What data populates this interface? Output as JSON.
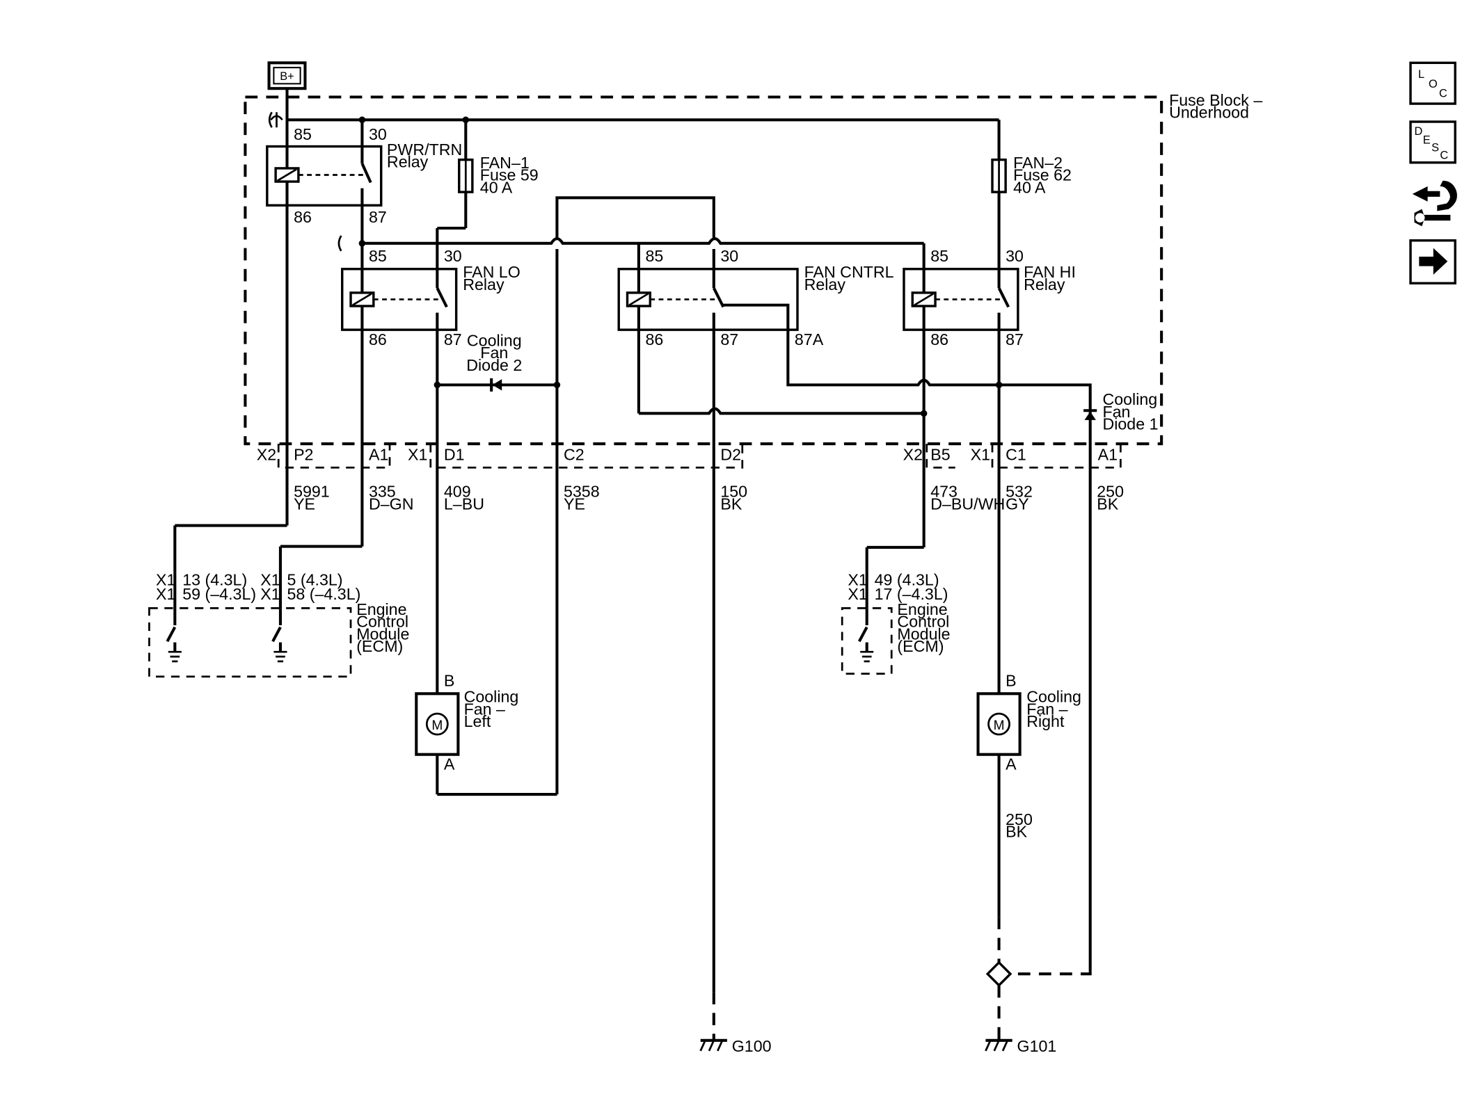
{
  "power_source": "B+",
  "fuse_block": {
    "label1": "Fuse Block –",
    "label2": "Underhood"
  },
  "relays": {
    "pwr_trn": {
      "name1": "PWR/TRN",
      "name2": "Relay",
      "pin85": "85",
      "pin30": "30",
      "pin86": "86",
      "pin87": "87"
    },
    "fan_lo": {
      "name1": "FAN LO",
      "name2": "Relay",
      "pin85": "85",
      "pin30": "30",
      "pin86": "86",
      "pin87": "87"
    },
    "fan_cntrl": {
      "name1": "FAN CNTRL",
      "name2": "Relay",
      "pin85": "85",
      "pin30": "30",
      "pin86": "86",
      "pin87": "87",
      "pin87a": "87A"
    },
    "fan_hi": {
      "name1": "FAN HI",
      "name2": "Relay",
      "pin85": "85",
      "pin30": "30",
      "pin86": "86",
      "pin87": "87"
    }
  },
  "fuses": {
    "fan1": {
      "name": "FAN–1",
      "fuse": "Fuse 59",
      "rating": "40 A"
    },
    "fan2": {
      "name": "FAN–2",
      "fuse": "Fuse 62",
      "rating": "40 A"
    }
  },
  "diodes": {
    "d2": {
      "l1": "Cooling",
      "l2": "Fan",
      "l3": "Diode 2"
    },
    "d1": {
      "l1": "Cooling",
      "l2": "Fan",
      "l3": "Diode 1"
    }
  },
  "connectors": {
    "x2_left": "X2",
    "p2": "P2",
    "a1_left": "A1",
    "x1_mid": "X1",
    "d1": "D1",
    "c2": "C2",
    "d2": "D2",
    "x2_right": "X2",
    "b5": "B5",
    "x1_right": "X1",
    "c1": "C1",
    "a1_right": "A1"
  },
  "wires": [
    {
      "circuit": "5991",
      "color": "YE"
    },
    {
      "circuit": "335",
      "color": "D–GN"
    },
    {
      "circuit": "409",
      "color": "L–BU"
    },
    {
      "circuit": "5358",
      "color": "YE"
    },
    {
      "circuit": "150",
      "color": "BK"
    },
    {
      "circuit": "473",
      "color": "D–BU/WH"
    },
    {
      "circuit": "532",
      "color": "GY"
    },
    {
      "circuit": "250",
      "color": "BK"
    }
  ],
  "ground_wire": {
    "circuit": "250",
    "color": "BK"
  },
  "ecm_left": {
    "pin1_conn": "X1",
    "pin1_a": "13 (4.3L)",
    "pin1b_conn": "X1",
    "pin1_b": "59 (–4.3L)",
    "pin2_conn": "X1",
    "pin2_a": "5 (4.3L)",
    "pin2b_conn": "X1",
    "pin2_b": "58 (–4.3L)",
    "l1": "Engine",
    "l2": "Control",
    "l3": "Module",
    "l4": "(ECM)"
  },
  "ecm_right": {
    "pin_conn": "X1",
    "pin_a": "49 (4.3L)",
    "pinb_conn": "X1",
    "pin_b": "17 (–4.3L)",
    "l1": "Engine",
    "l2": "Control",
    "l3": "Module",
    "l4": "(ECM)"
  },
  "motors": {
    "left": {
      "symbol": "M",
      "pinB": "B",
      "pinA": "A",
      "l1": "Cooling",
      "l2": "Fan –",
      "l3": "Left"
    },
    "right": {
      "symbol": "M",
      "pinB": "B",
      "pinA": "A",
      "l1": "Cooling",
      "l2": "Fan –",
      "l3": "Right"
    }
  },
  "grounds": {
    "g100": "G100",
    "g101": "G101"
  },
  "side_nav": {
    "loc": {
      "a": "L",
      "b": "O",
      "c": "C"
    },
    "desc": {
      "a": "D",
      "b": "E",
      "c": "S",
      "d": "C"
    },
    "icons": [
      "location-icon",
      "description-icon",
      "connector-repair-icon",
      "next-arrow-icon"
    ]
  }
}
